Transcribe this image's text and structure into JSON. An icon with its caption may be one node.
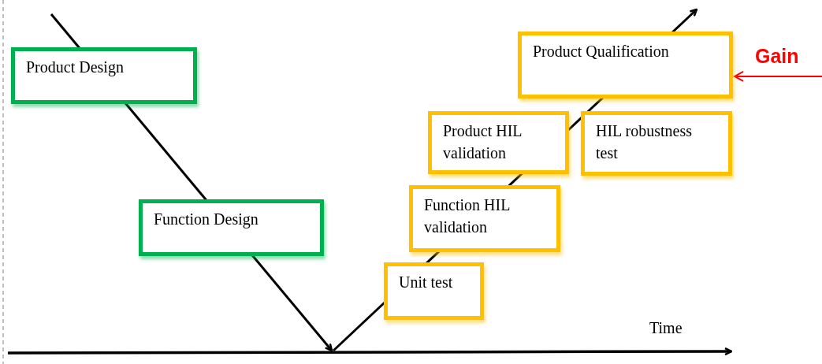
{
  "diagram": {
    "nodes": [
      {
        "text": [
          "Product Design"
        ]
      },
      {
        "text": [
          "Function Design"
        ]
      },
      {
        "text": [
          "Unit test"
        ]
      },
      {
        "text": [
          "Function HIL validation"
        ]
      },
      {
        "text": [
          "Product HIL validation"
        ]
      },
      {
        "text": [
          "HIL robustness test"
        ]
      },
      {
        "text": [
          "Product Qualification"
        ]
      }
    ],
    "edges": [
      {
        "from": null,
        "to": 6,
        "arrow": "to",
        "label": "Gain",
        "color": "#ff0000"
      }
    ],
    "labels": [
      "Time"
    ]
  }
}
